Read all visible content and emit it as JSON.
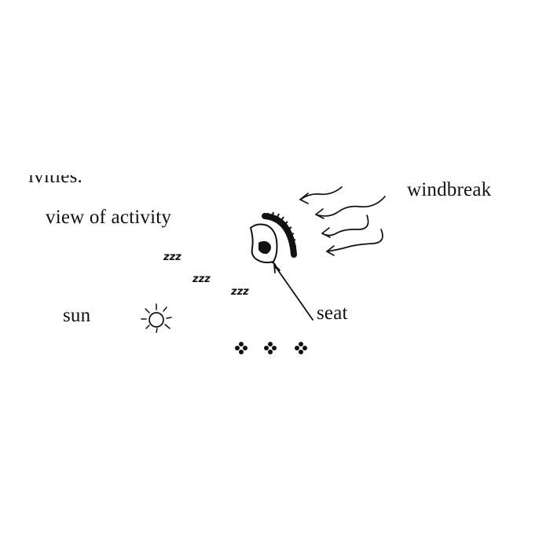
{
  "diagram": {
    "cropped_text": "ivities.",
    "labels": {
      "view_of_activity": "view of activity",
      "windbreak": "windbreak",
      "sun": "sun",
      "seat": "seat"
    },
    "sleep_marks": [
      "zzz",
      "zzz",
      "zzz"
    ]
  }
}
